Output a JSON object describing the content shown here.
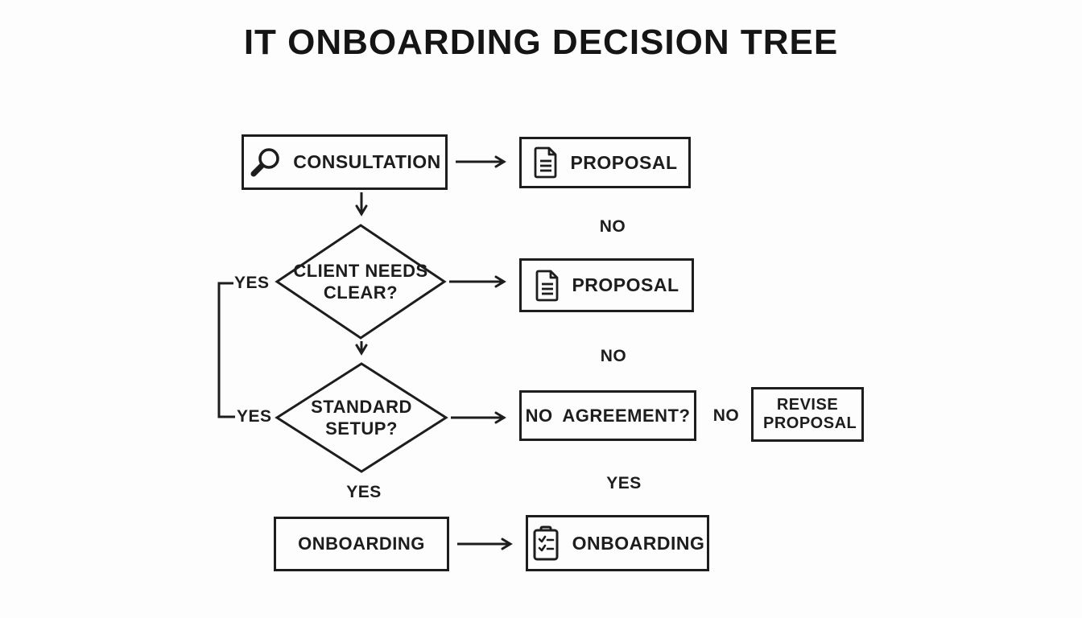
{
  "title": "IT ONBOARDING DECISION TREE",
  "colors": {
    "ink": "#1d1d1d",
    "background": "#fdfdfd"
  },
  "nodes": {
    "consultation": {
      "type": "process",
      "label": "CONSULTATION",
      "icon": "magnifier-icon"
    },
    "proposal_top": {
      "type": "process",
      "label": "PROPOSAL",
      "icon": "document-icon"
    },
    "client_needs": {
      "type": "decision",
      "label": "CLIENT NEEDS CLEAR?"
    },
    "proposal_mid": {
      "type": "process",
      "label": "PROPOSAL",
      "icon": "document-icon"
    },
    "standard_setup": {
      "type": "decision",
      "label": "STANDARD SETUP?"
    },
    "agreement": {
      "type": "process",
      "label": "NO AGREEMENT?"
    },
    "revise_proposal": {
      "type": "process",
      "label": "REVISE PROPOSAL"
    },
    "onboarding": {
      "type": "process",
      "label": "ONBOARDING"
    },
    "onboarding_final": {
      "type": "process",
      "label": "ONBOARDING",
      "icon": "checklist-icon"
    }
  },
  "edge_labels": {
    "client_needs_yes": "YES",
    "standard_setup_yes": "YES",
    "proposal_no": "NO",
    "agreement_no_top": "NO",
    "agreement_no_right": "NO",
    "standard_setup_done_yes": "YES",
    "agreement_yes": "YES"
  }
}
